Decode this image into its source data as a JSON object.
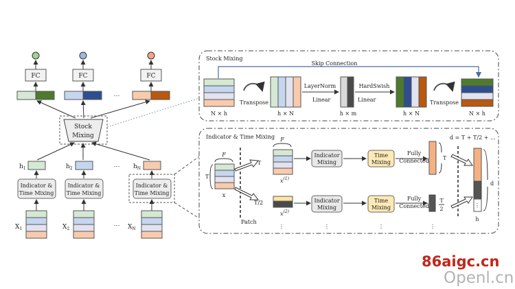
{
  "left": {
    "fc_label": "FC",
    "ellipsis": "⋯",
    "stock_mixing": [
      "Stock",
      "Mixing"
    ],
    "mixer_label": [
      "Indicator &",
      "Time Mixing"
    ],
    "h_labels": [
      {
        "b": "h",
        "s": "1"
      },
      {
        "b": "h",
        "s": "2"
      },
      {
        "b": "h",
        "s": "N"
      }
    ],
    "x_labels": [
      {
        "b": "X",
        "s": "1"
      },
      {
        "b": "X",
        "s": "2"
      },
      {
        "b": "X",
        "s": "N"
      }
    ],
    "colors": {
      "green": "#d5e8d4",
      "green_dark": "#4e7a2e",
      "blue": "#c5d6ee",
      "blue_dark": "#2e4f8f",
      "orange": "#f8cbad",
      "orange_dark": "#b9580f",
      "circle_green": "#9fd38f",
      "circle_blue": "#9fb8e0",
      "circle_orange": "#f2a488"
    }
  },
  "stock_mixing_panel": {
    "title": "Stock Mixing",
    "skip": "Skip Connection",
    "dims": [
      "N × h",
      "h × N",
      "h × m",
      "h × N",
      "N × h"
    ],
    "ops": [
      "Transpose",
      "LayerNorm",
      "Linear",
      "HardSwish",
      "Linear",
      "Transpose"
    ]
  },
  "indicator_panel": {
    "title": "Indicator & Time Mixing",
    "formula": "d = T + T/2 + ...",
    "F": "F",
    "T": "T",
    "T2": "T/2",
    "x": "x",
    "x1": "x",
    "x1_sup": "(1)",
    "x2": "x",
    "x2_sup": "(2)",
    "patch": "Patch",
    "indicator_mixing": [
      "Indicator",
      "Mixing"
    ],
    "time_mixing": [
      "Time",
      "Mixing"
    ],
    "fully_connected": [
      "Fully",
      "Connected"
    ],
    "d": "d",
    "h": "h",
    "vdots": "⋮"
  },
  "watermark": {
    "site1": "86aigc.cn",
    "site2": "Openl.cn"
  }
}
